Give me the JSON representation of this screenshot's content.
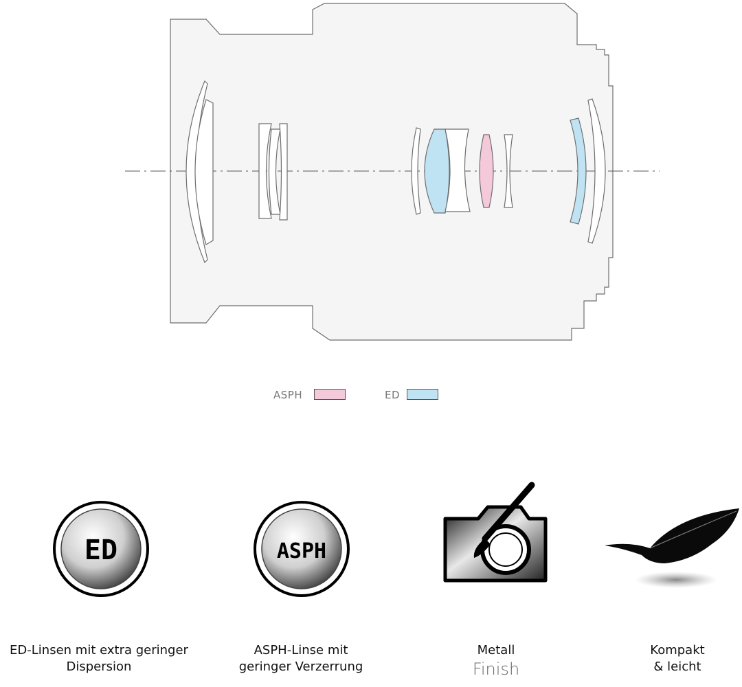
{
  "legend": {
    "asph_label": "ASPH",
    "ed_label": "ED",
    "asph_color": "#f4c9d9",
    "ed_color": "#bfe3f3"
  },
  "colors": {
    "lens_body_fill": "#f5f5f5",
    "lens_body_stroke": "#6e6e6e",
    "element_fill": "#ffffff",
    "axis_color": "#555555"
  },
  "features": [
    {
      "icon": "ed-badge-icon",
      "badge_text": "ED",
      "caption": "ED-Linsen mit extra geringer Dispersion",
      "caption_line1": "ED-Linsen mit extra geringer",
      "caption_line2": "Dispersion"
    },
    {
      "icon": "asph-badge-icon",
      "badge_text": "ASPH",
      "caption": "ASPH-Linse mit geringer Verzerrung",
      "caption_line1": "ASPH-Linse mit",
      "caption_line2": "geringer Verzerrung"
    },
    {
      "icon": "camera-brush-icon",
      "caption_line1": "Metall",
      "caption_line2": "Finish"
    },
    {
      "icon": "feather-icon",
      "caption_line1": "Kompakt",
      "caption_line2": "& leicht"
    }
  ]
}
